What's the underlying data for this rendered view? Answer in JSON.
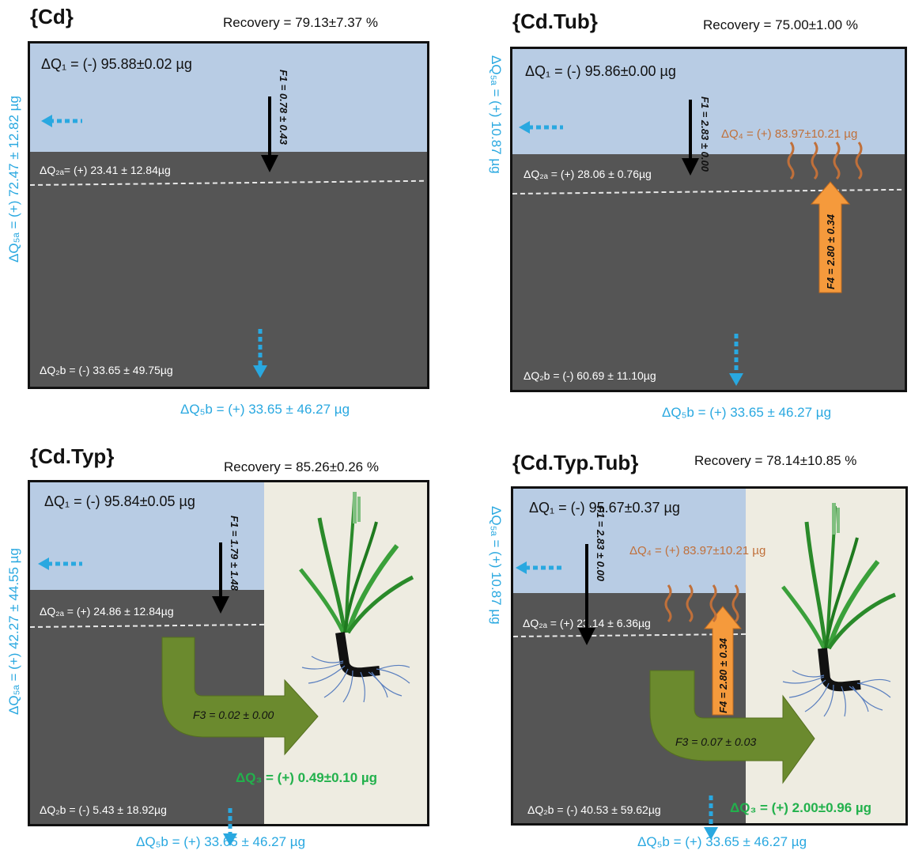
{
  "panels": {
    "cd": {
      "title": "{Cd}",
      "recovery": "Recovery = 79.13±7.37 %",
      "q1": "ΔQ₁ = (-) 95.88±0.02 µg",
      "q2a": "ΔQ₂ₐ= (+) 23.41 ± 12.84µg",
      "q2b": "ΔQ₂b = (-) 33.65 ± 49.75µg",
      "q5a": "ΔQ₅ₐ = (+) 72.47 ± 12.82 µg",
      "q5b": "ΔQ₅b = (+) 33.65 ± 46.27 µg",
      "f1": "F1 = 0.78 ± 0.43"
    },
    "cd_tub": {
      "title": "{Cd.Tub}",
      "recovery": "Recovery = 75.00±1.00 %",
      "q1": "ΔQ₁ = (-) 95.86±0.00 µg",
      "q2a": "ΔQ₂ₐ = (+) 28.06 ± 0.76µg",
      "q2b": "ΔQ₂b = (-) 60.69 ± 11.10µg",
      "q4": "ΔQ₄ = (+) 83.97±10.21 µg",
      "q5a": "ΔQ₅ₐ = (+) 10.87 µg",
      "q5b": "ΔQ₅b = (+) 33.65 ± 46.27 µg",
      "f1": "F1 = 2.83 ± 0.00",
      "f4": "F4 = 2.80 ± 0.34"
    },
    "cd_typ": {
      "title": "{Cd.Typ}",
      "recovery": "Recovery = 85.26±0.26 %",
      "q1": "ΔQ₁ = (-) 95.84±0.05 µg",
      "q2a": "ΔQ₂ₐ = (+) 24.86 ± 12.84µg",
      "q2b": "ΔQ₂b = (-) 5.43 ± 18.92µg",
      "q3": "ΔQ₃ = (+) 0.49±0.10 µg",
      "q5a": "ΔQ₅ₐ = (+) 42.27 ± 44.55 µg",
      "q5b": "ΔQ₅b = (+) 33.65 ± 46.27 µg",
      "f1": "F1 = 1.79 ± 1.48",
      "f3": "F3 = 0.02 ± 0.00"
    },
    "cd_typ_tub": {
      "title": "{Cd.Typ.Tub}",
      "recovery": "Recovery = 78.14±10.85 %",
      "q1": "ΔQ₁ = (-) 95.67±0.37 µg",
      "q2a": "ΔQ₂ₐ = (+) 23.14 ± 6.36µg",
      "q2b": "ΔQ₂b = (-) 40.53 ± 59.62µg",
      "q3": "ΔQ₃ = (+) 2.00±0.96 µg",
      "q4": "ΔQ₄ = (+) 83.97±10.21 µg",
      "q5a": "ΔQ₅ₐ = (+) 10.87 µg",
      "q5b": "ΔQ₅b = (+) 33.65 ± 46.27 µg",
      "f1": "F1 = 2.83 ± 0.00",
      "f3": "F3 = 0.07 ± 0.03",
      "f4": "F4 = 2.80 ± 0.34"
    }
  },
  "colors": {
    "water": "#b8cce4",
    "sediment": "#555555",
    "plant_zone": "#eeece1",
    "q5_blue": "#29a8e0",
    "q3_green": "#22b14c",
    "q4_brown": "#c0703a",
    "f3_arrow": "#6b8a2e",
    "f4_arrow": "#f59a3c"
  },
  "icons": [
    "plant-icon",
    "tubifex-worm-icon",
    "dotted-arrow-icon"
  ]
}
